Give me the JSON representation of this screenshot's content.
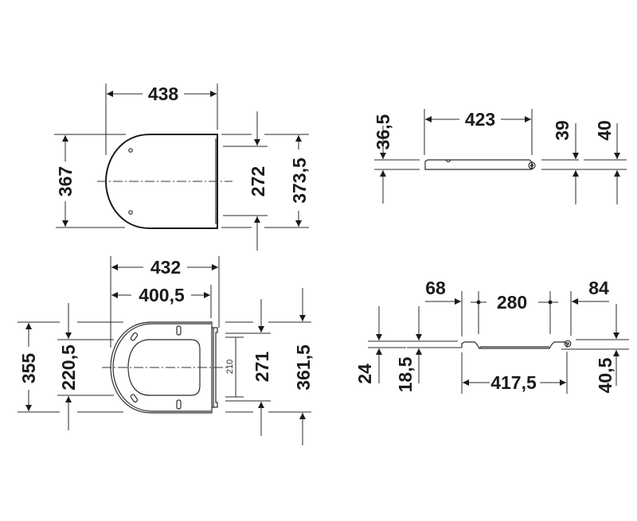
{
  "drawing": {
    "background_color": "#ffffff",
    "line_color": "#1a1a1a",
    "views": [
      {
        "id": "top-view-closed-lid",
        "dimensions": {
          "width": "438",
          "overall_depth_left": "367",
          "hinge_gap": "272",
          "overall_depth_right": "373,5"
        }
      },
      {
        "id": "side-view-closed-lid",
        "dimensions": {
          "length": "423",
          "height_left": "36,5",
          "height_hinge_1": "39",
          "height_hinge_2": "40"
        }
      },
      {
        "id": "top-view-seat-ring",
        "dimensions": {
          "outer_width": "432",
          "inner_width": "400,5",
          "overall_depth": "355",
          "inner_depth": "220,5",
          "hinge_span": "210",
          "hinge_gap": "271",
          "overall_depth_right": "361,5"
        }
      },
      {
        "id": "side-view-seat-ring",
        "dimensions": {
          "front_offset": "68",
          "bumper_spacing": "280",
          "rear_offset": "84",
          "length": "417,5",
          "height_left": "24",
          "height_inner": "18,5",
          "height_hinge": "40,5"
        }
      }
    ]
  }
}
